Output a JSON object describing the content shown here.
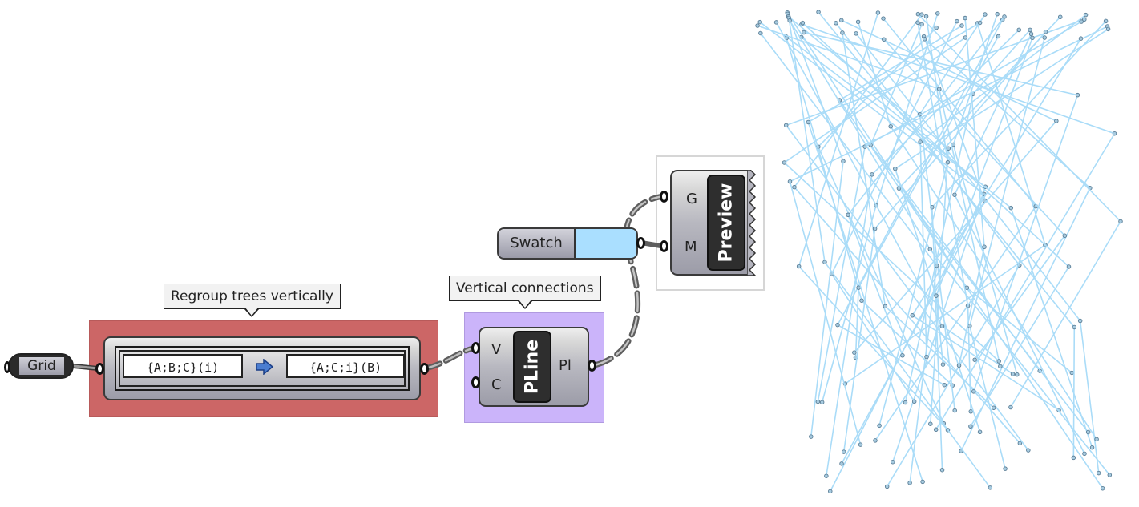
{
  "canvas": {
    "groups": [
      {
        "name": "regroup-group",
        "label": "Regroup trees vertically",
        "color": "#cc6666"
      },
      {
        "name": "vertical-connections-group",
        "label": "Vertical connections",
        "color": "#cbb4fa"
      },
      {
        "name": "preview-group",
        "label": "",
        "color": "#ffffff"
      }
    ],
    "grid_param": {
      "label": "Grid"
    },
    "path_mapper": {
      "source_pattern": "{A;B;C}(i)",
      "target_pattern": "{A;C;i}(B)",
      "arrow_icon": "arrow-right-icon"
    },
    "pline": {
      "title": "PLine",
      "inputs": [
        "V",
        "C"
      ],
      "outputs": [
        "Pl"
      ]
    },
    "swatch": {
      "label": "Swatch",
      "color": "#aadfff"
    },
    "preview": {
      "title": "Preview",
      "inputs": [
        "G",
        "M"
      ]
    },
    "wire_color": "#5e5e5e",
    "preview_line_color": "#aadcf8",
    "preview_point_color": "#5b7e96"
  }
}
